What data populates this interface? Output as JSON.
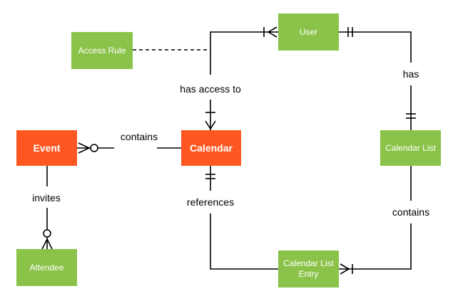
{
  "entities": {
    "user": "User",
    "access_rule": "Access Rule",
    "calendar": "Calendar",
    "event": "Event",
    "calendar_list": "Calendar List",
    "calendar_list_entry": "Calendar List Entry",
    "attendee": "Attendee"
  },
  "relationships": {
    "has_access_to": "has access to",
    "has": "has",
    "contains_event": "contains",
    "contains_entry": "contains",
    "invites": "invites",
    "references": "references"
  },
  "colors": {
    "green": "#8bc34a",
    "orange": "#ff5722",
    "line": "#000000"
  }
}
